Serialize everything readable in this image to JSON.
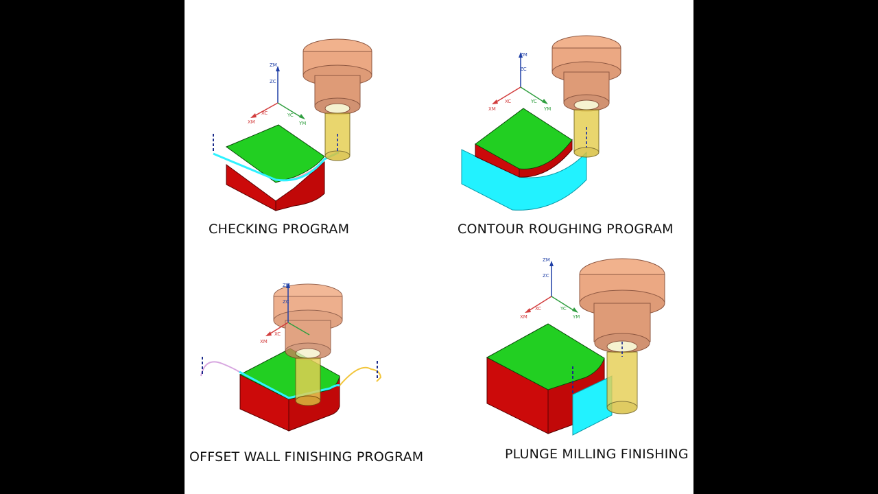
{
  "captions": {
    "checking": "CHECKING PROGRAM",
    "contour_roughing": "CONTOUR ROUGHING PROGRAM",
    "offset_wall": "OFFSET WALL FINISHING PROGRAM",
    "plunge": "PLUNGE MILLING FINISHING"
  },
  "axes": {
    "zm": "ZM",
    "zc": "ZC",
    "xc": "XC",
    "xm": "XM",
    "yc": "YC",
    "ym": "YM"
  },
  "colors": {
    "top_face": "#1fd41f",
    "side_face": "#cc0a0a",
    "toolpath": "#22ffff",
    "spindle": "#e8996e",
    "tool": "#e6cf55",
    "axis_z": "#1f3fa6",
    "axis_x": "#d23c3c",
    "axis_y": "#2f9e3f"
  }
}
